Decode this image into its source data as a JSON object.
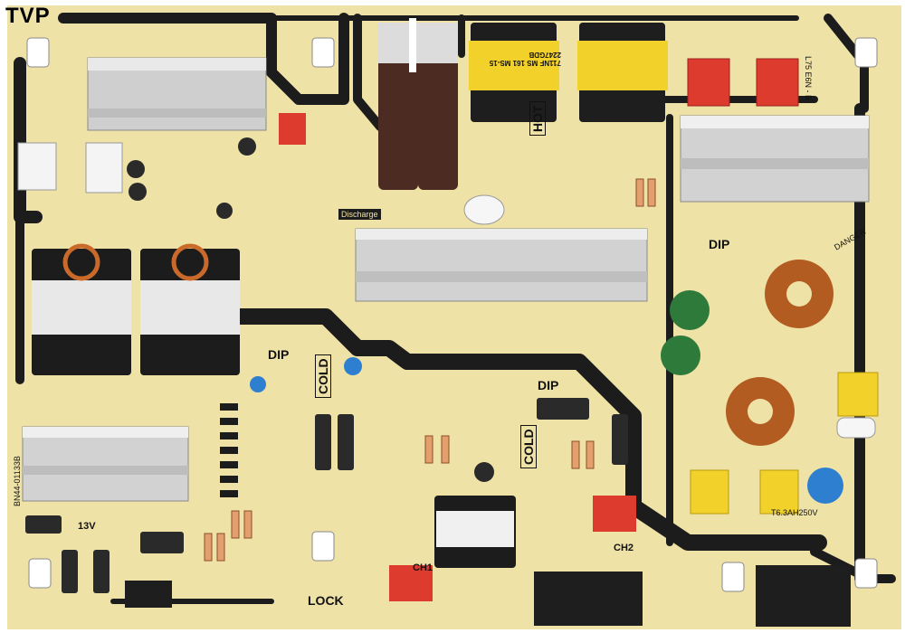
{
  "watermark": "TVP",
  "silkscreen": {
    "hot": "HOT",
    "cold_left": "COLD",
    "cold_right": "COLD",
    "dip_left": "DIP",
    "dip_mid": "DIP",
    "dip_right": "DIP",
    "danger": "DANGER",
    "lock": "LOCK",
    "ch1": "CH1",
    "ch2": "CH2",
    "v13": "13V",
    "discharge": "Discharge",
    "xfmr_code": "711NF MS 161 MS-15 2247GDB",
    "model": "BN44-01133B",
    "fuse": "T6.3AH250V",
    "board_code": "L75 E6N - B"
  },
  "colors": {
    "board": "#efe2a6",
    "trace": "#1c1c1c",
    "heatsink": "#d6d6d6",
    "yellow_cap": "#f2d12a",
    "red_cap": "#dd3b2e",
    "blue_cap": "#2e7fcf",
    "green_disc": "#2d7a3a"
  }
}
